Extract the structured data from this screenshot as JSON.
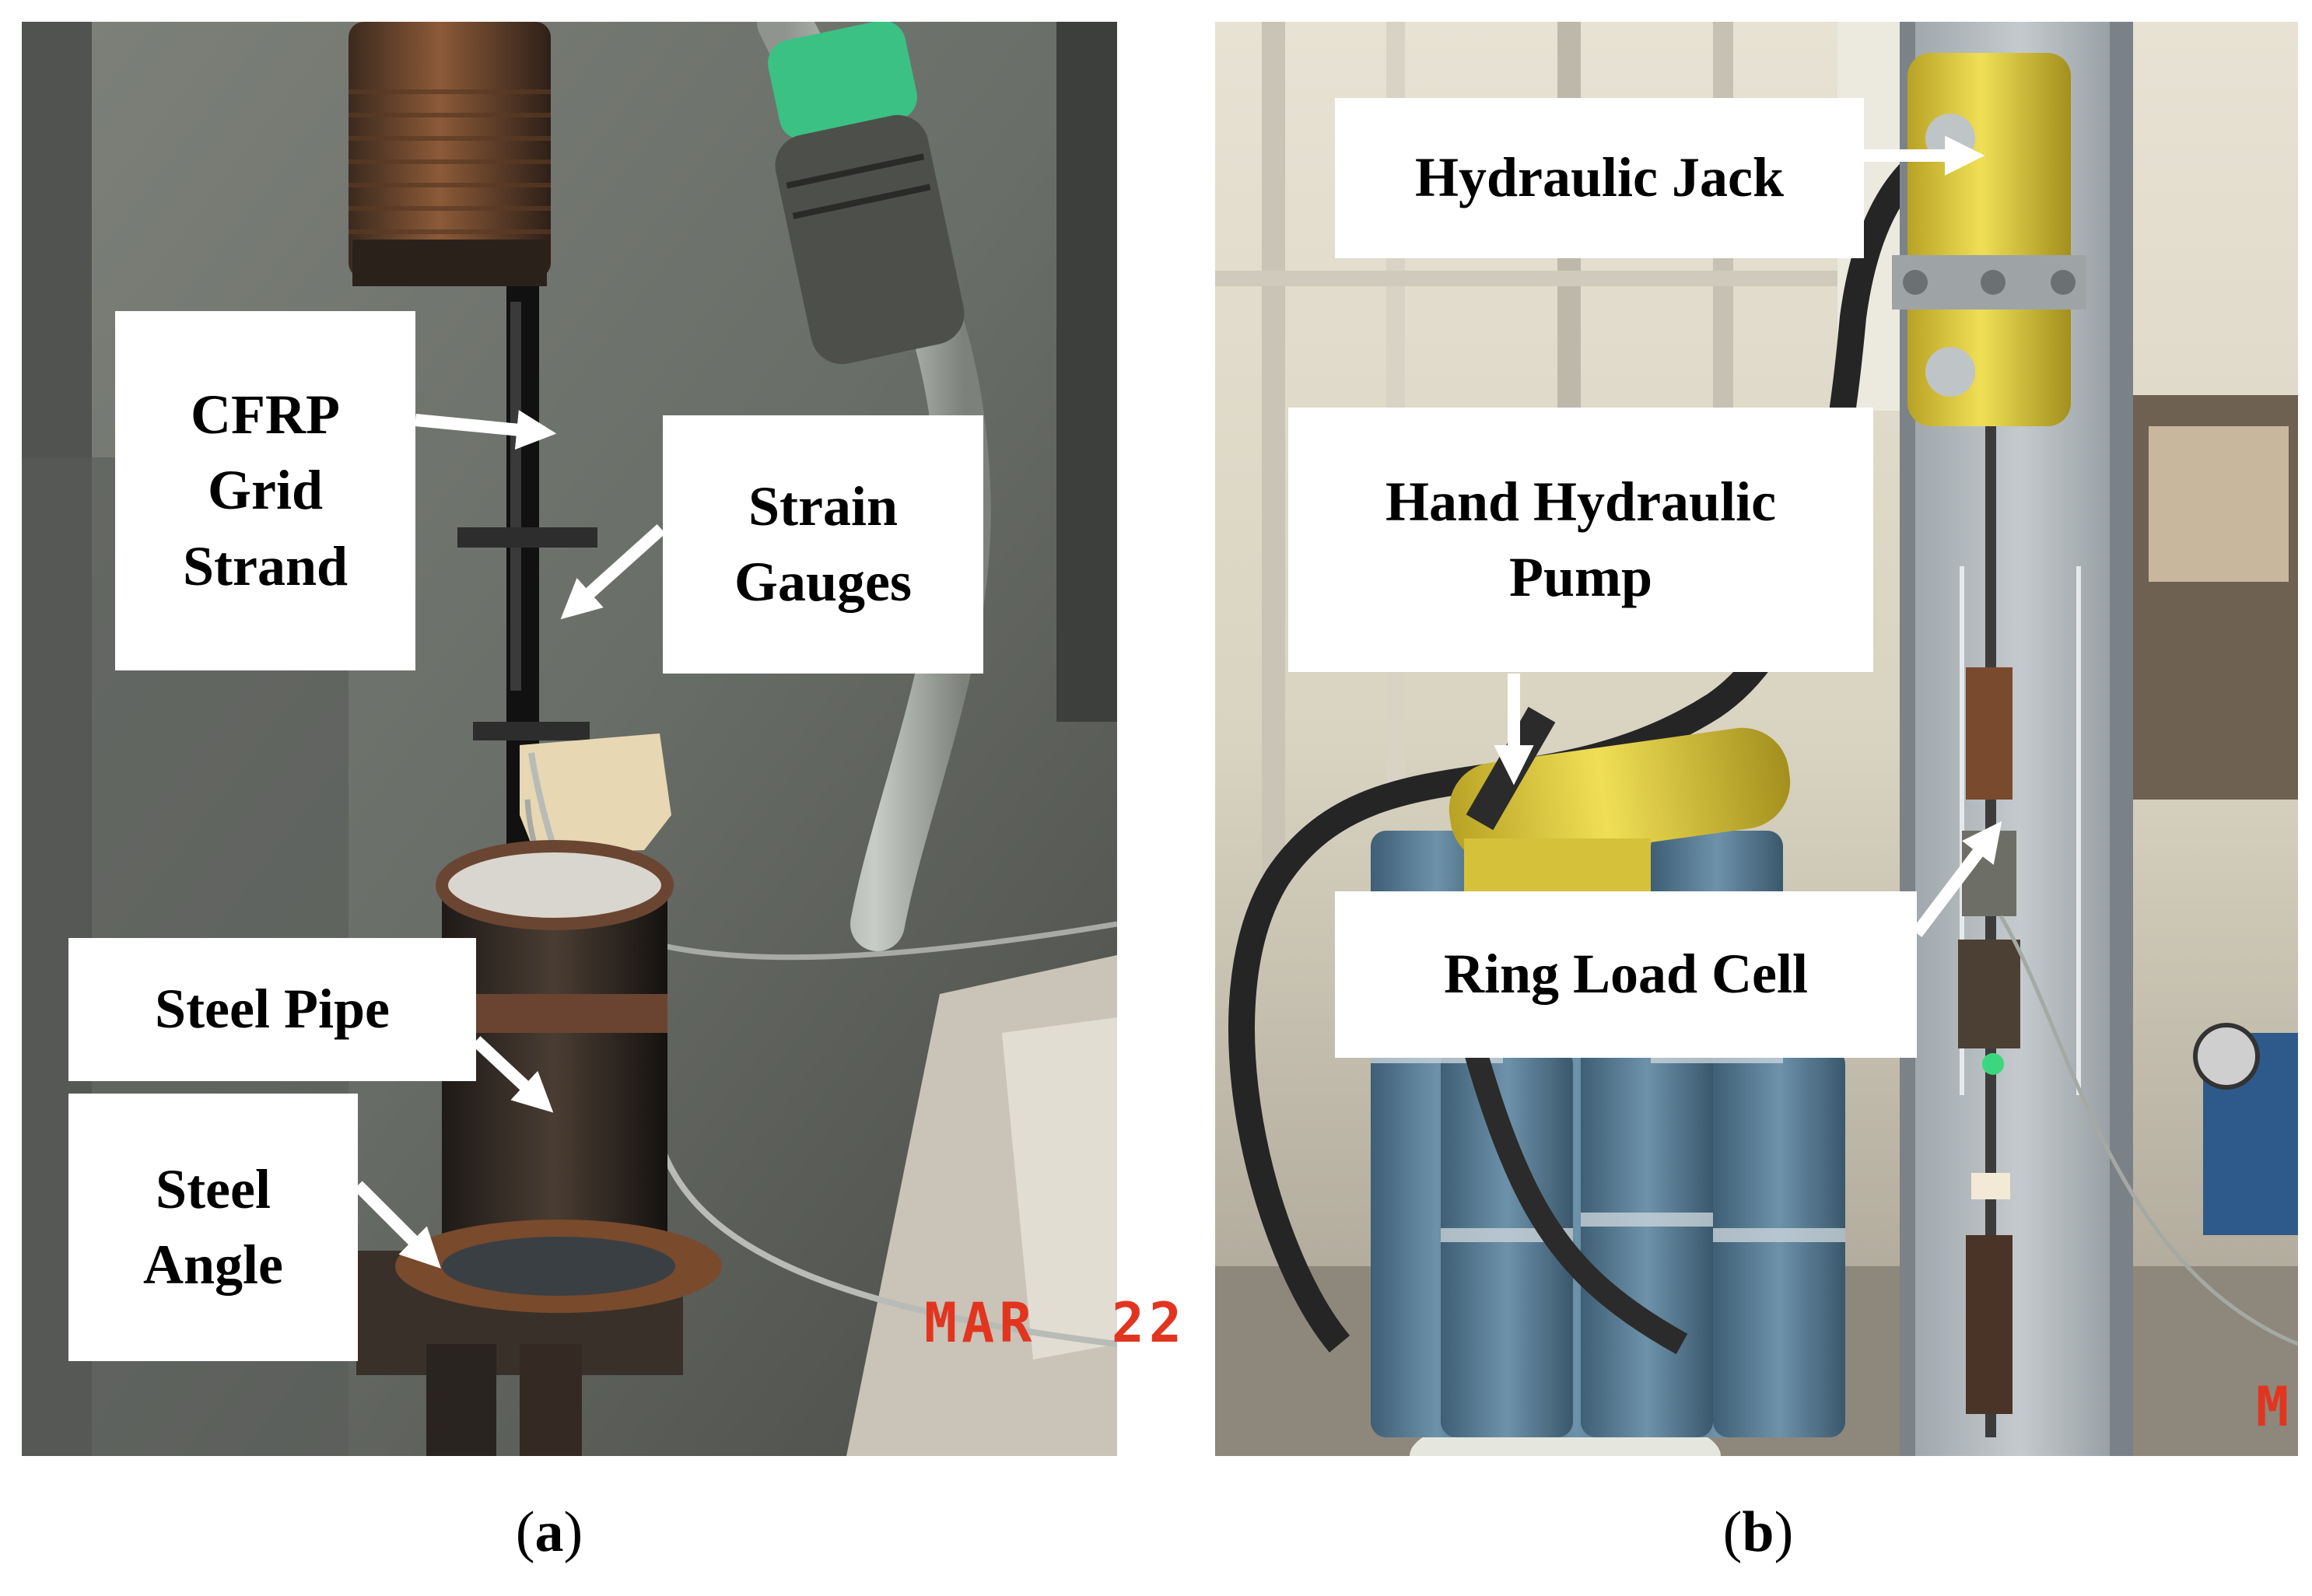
{
  "panel_a": {
    "caption": {
      "open": "(",
      "letter": "a",
      "close": ")"
    },
    "labels": {
      "cfrp_grid_strand": [
        "CFRP",
        "Grid",
        "Strand"
      ],
      "strain_gauges": [
        "Strain",
        "Gauges"
      ],
      "steel_pipe": [
        "Steel Pipe"
      ],
      "steel_angle": [
        "Steel",
        "Angle"
      ]
    },
    "date_stamp": "MAR  22"
  },
  "panel_b": {
    "caption": {
      "open": "(",
      "letter": "b",
      "close": ")"
    },
    "labels": {
      "hydraulic_jack": [
        "Hydraulic Jack"
      ],
      "hand_hydraulic_pump": [
        "Hand Hydraulic",
        "Pump"
      ],
      "ring_load_cell": [
        "Ring Load Cell"
      ]
    },
    "date_stamp": "M"
  },
  "colors": {
    "label_background": "#ffffff",
    "arrow": "#ffffff",
    "date_stamp": "#e2351f",
    "jack_yellow": "#e6d33a",
    "pipe_blue": "#5a7f98"
  }
}
